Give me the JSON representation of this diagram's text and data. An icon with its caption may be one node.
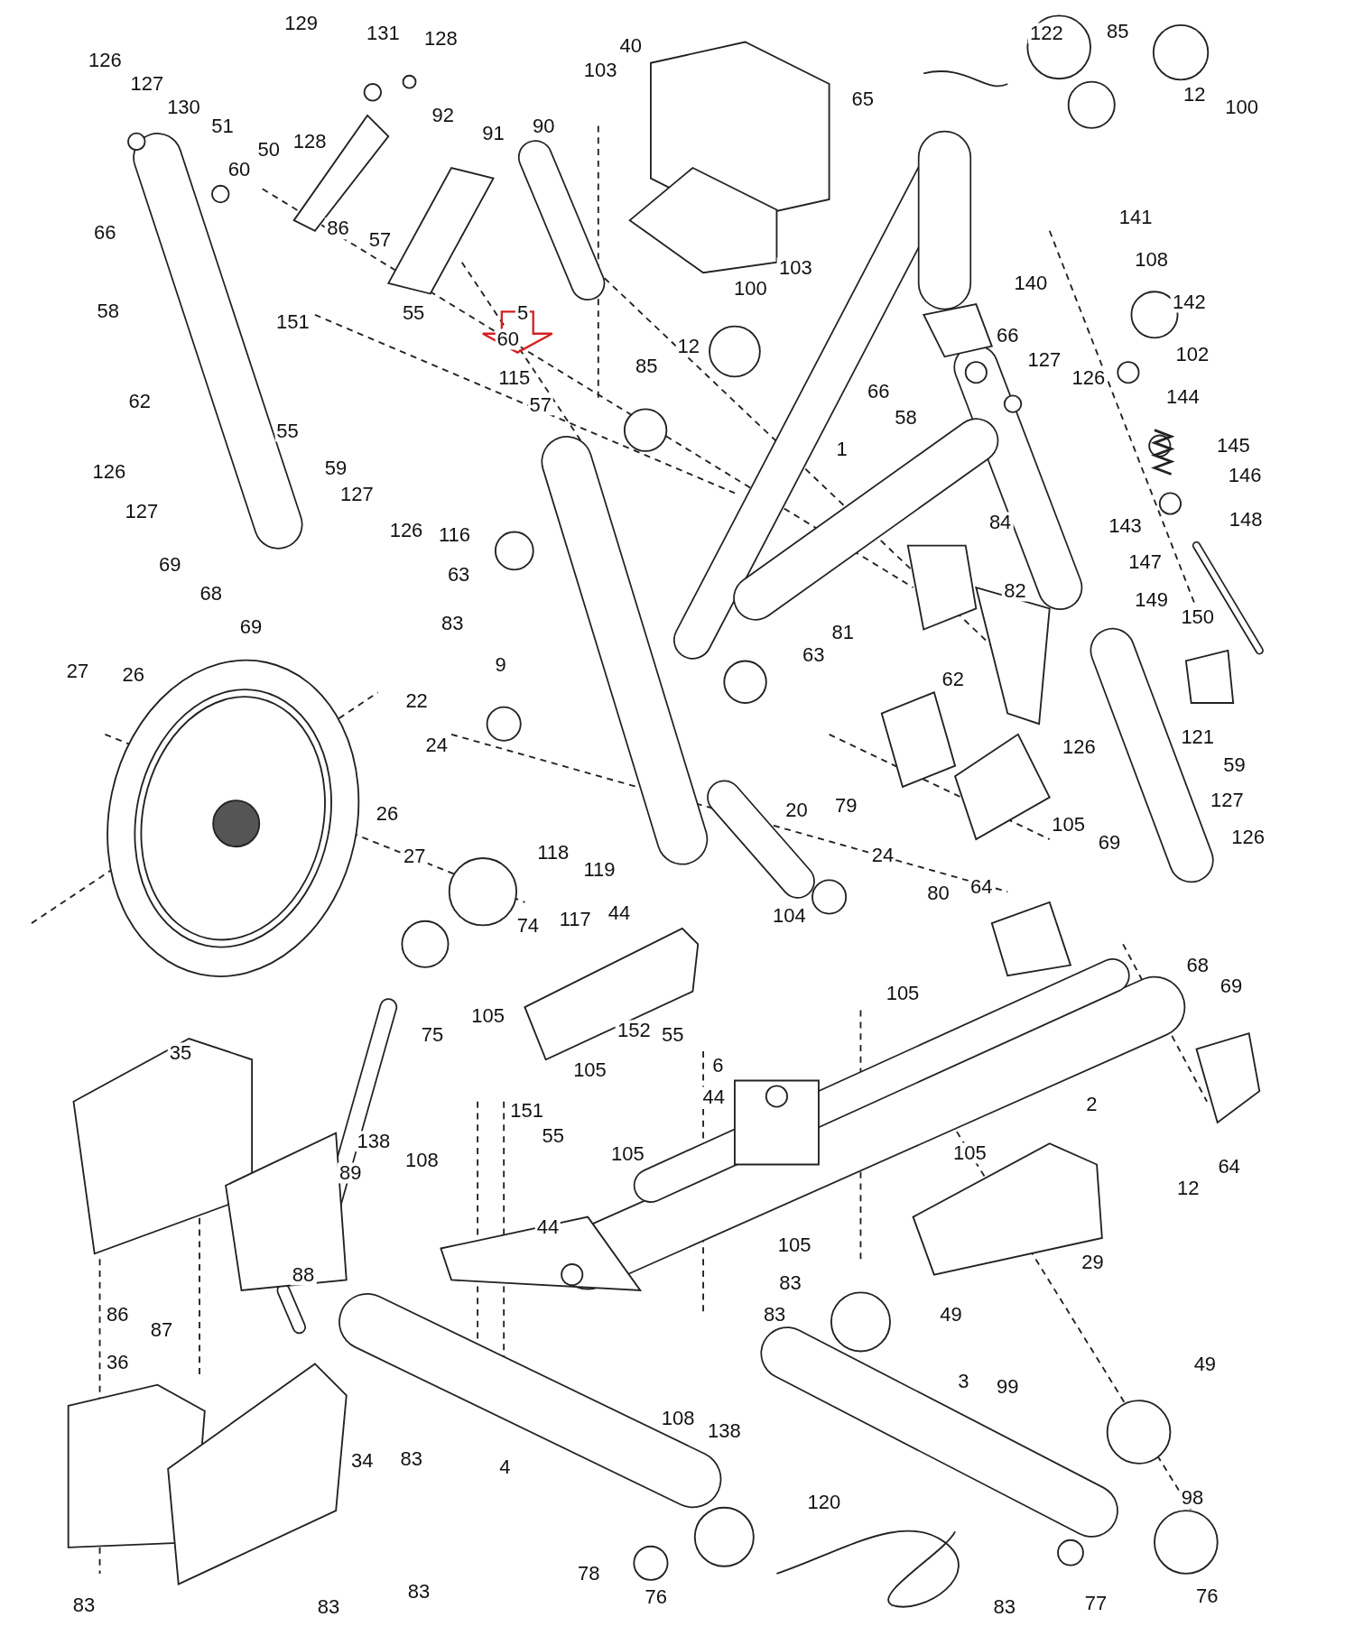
{
  "diagram": {
    "labels": [
      "129",
      "131",
      "128",
      "126",
      "127",
      "130",
      "51",
      "50",
      "128",
      "92",
      "40",
      "103",
      "122",
      "85",
      "65",
      "12",
      "100",
      "60",
      "91",
      "90",
      "66",
      "86",
      "57",
      "103",
      "141",
      "108",
      "140",
      "100",
      "58",
      "5",
      "60",
      "55",
      "151",
      "142",
      "12",
      "85",
      "115",
      "66",
      "66",
      "127",
      "126",
      "102",
      "62",
      "57",
      "58",
      "144",
      "55",
      "1",
      "145",
      "126",
      "59",
      "146",
      "127",
      "127",
      "84",
      "143",
      "148",
      "126",
      "116",
      "69",
      "147",
      "63",
      "68",
      "82",
      "149",
      "150",
      "83",
      "81",
      "69",
      "27",
      "26",
      "9",
      "63",
      "62",
      "22",
      "24",
      "121",
      "126",
      "59",
      "20",
      "79",
      "26",
      "127",
      "105",
      "126",
      "69",
      "27",
      "118",
      "24",
      "119",
      "64",
      "44",
      "80",
      "74",
      "117",
      "104",
      "68",
      "69",
      "105",
      "75",
      "105",
      "152",
      "55",
      "35",
      "105",
      "6",
      "44",
      "2",
      "151",
      "55",
      "138",
      "108",
      "105",
      "105",
      "89",
      "12",
      "64",
      "44",
      "105",
      "29",
      "88",
      "83",
      "86",
      "87",
      "83",
      "49",
      "36",
      "49",
      "3",
      "99",
      "108",
      "138",
      "34",
      "83",
      "4",
      "120",
      "98",
      "83",
      "83",
      "83",
      "78",
      "76",
      "83",
      "77",
      "76"
    ]
  }
}
